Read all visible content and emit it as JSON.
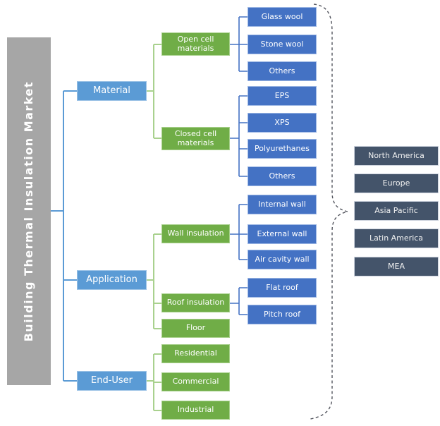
{
  "title": "Building Thermal Insulation Market",
  "categories": {
    "material": "Material",
    "application": "Application",
    "end_user": "End-User"
  },
  "material_segments": {
    "open_cell": "Open cell materials",
    "closed_cell": "Closed cell materials"
  },
  "open_cell_items": {
    "glass_wool": "Glass wool",
    "stone_wool": "Stone wool",
    "others": "Others"
  },
  "closed_cell_items": {
    "eps": "EPS",
    "xps": "XPS",
    "polyurethanes": "Polyurethanes",
    "others": "Others"
  },
  "application_segments": {
    "wall_insulation": "Wall insulation",
    "roof_insulation": "Roof insulation",
    "floor": "Floor"
  },
  "wall_items": {
    "internal_wall": "Internal wall",
    "external_wall": "External wall",
    "air_cavity_wall": "Air cavity wall"
  },
  "roof_items": {
    "flat_roof": "Flat roof",
    "pitch_roof": "Pitch roof"
  },
  "end_user_items": {
    "residential": "Residential",
    "commercial": "Commercial",
    "industrial": "Industrial"
  },
  "regions": {
    "north_america": "North America",
    "europe": "Europe",
    "asia_pacific": "Asia Pacific",
    "latin_america": "Latin America",
    "mea": "MEA"
  },
  "colors": {
    "root_bar": "#A6A6A6",
    "category_fill": "#5B9BD5",
    "segment_fill": "#70AD47",
    "item_fill": "#4472C4",
    "region_fill": "#44546A",
    "trunk_connector": "#5B9BD5",
    "segment_connector": "#A9D18E",
    "item_connector": "#4472C4",
    "brace": "#53555E"
  }
}
